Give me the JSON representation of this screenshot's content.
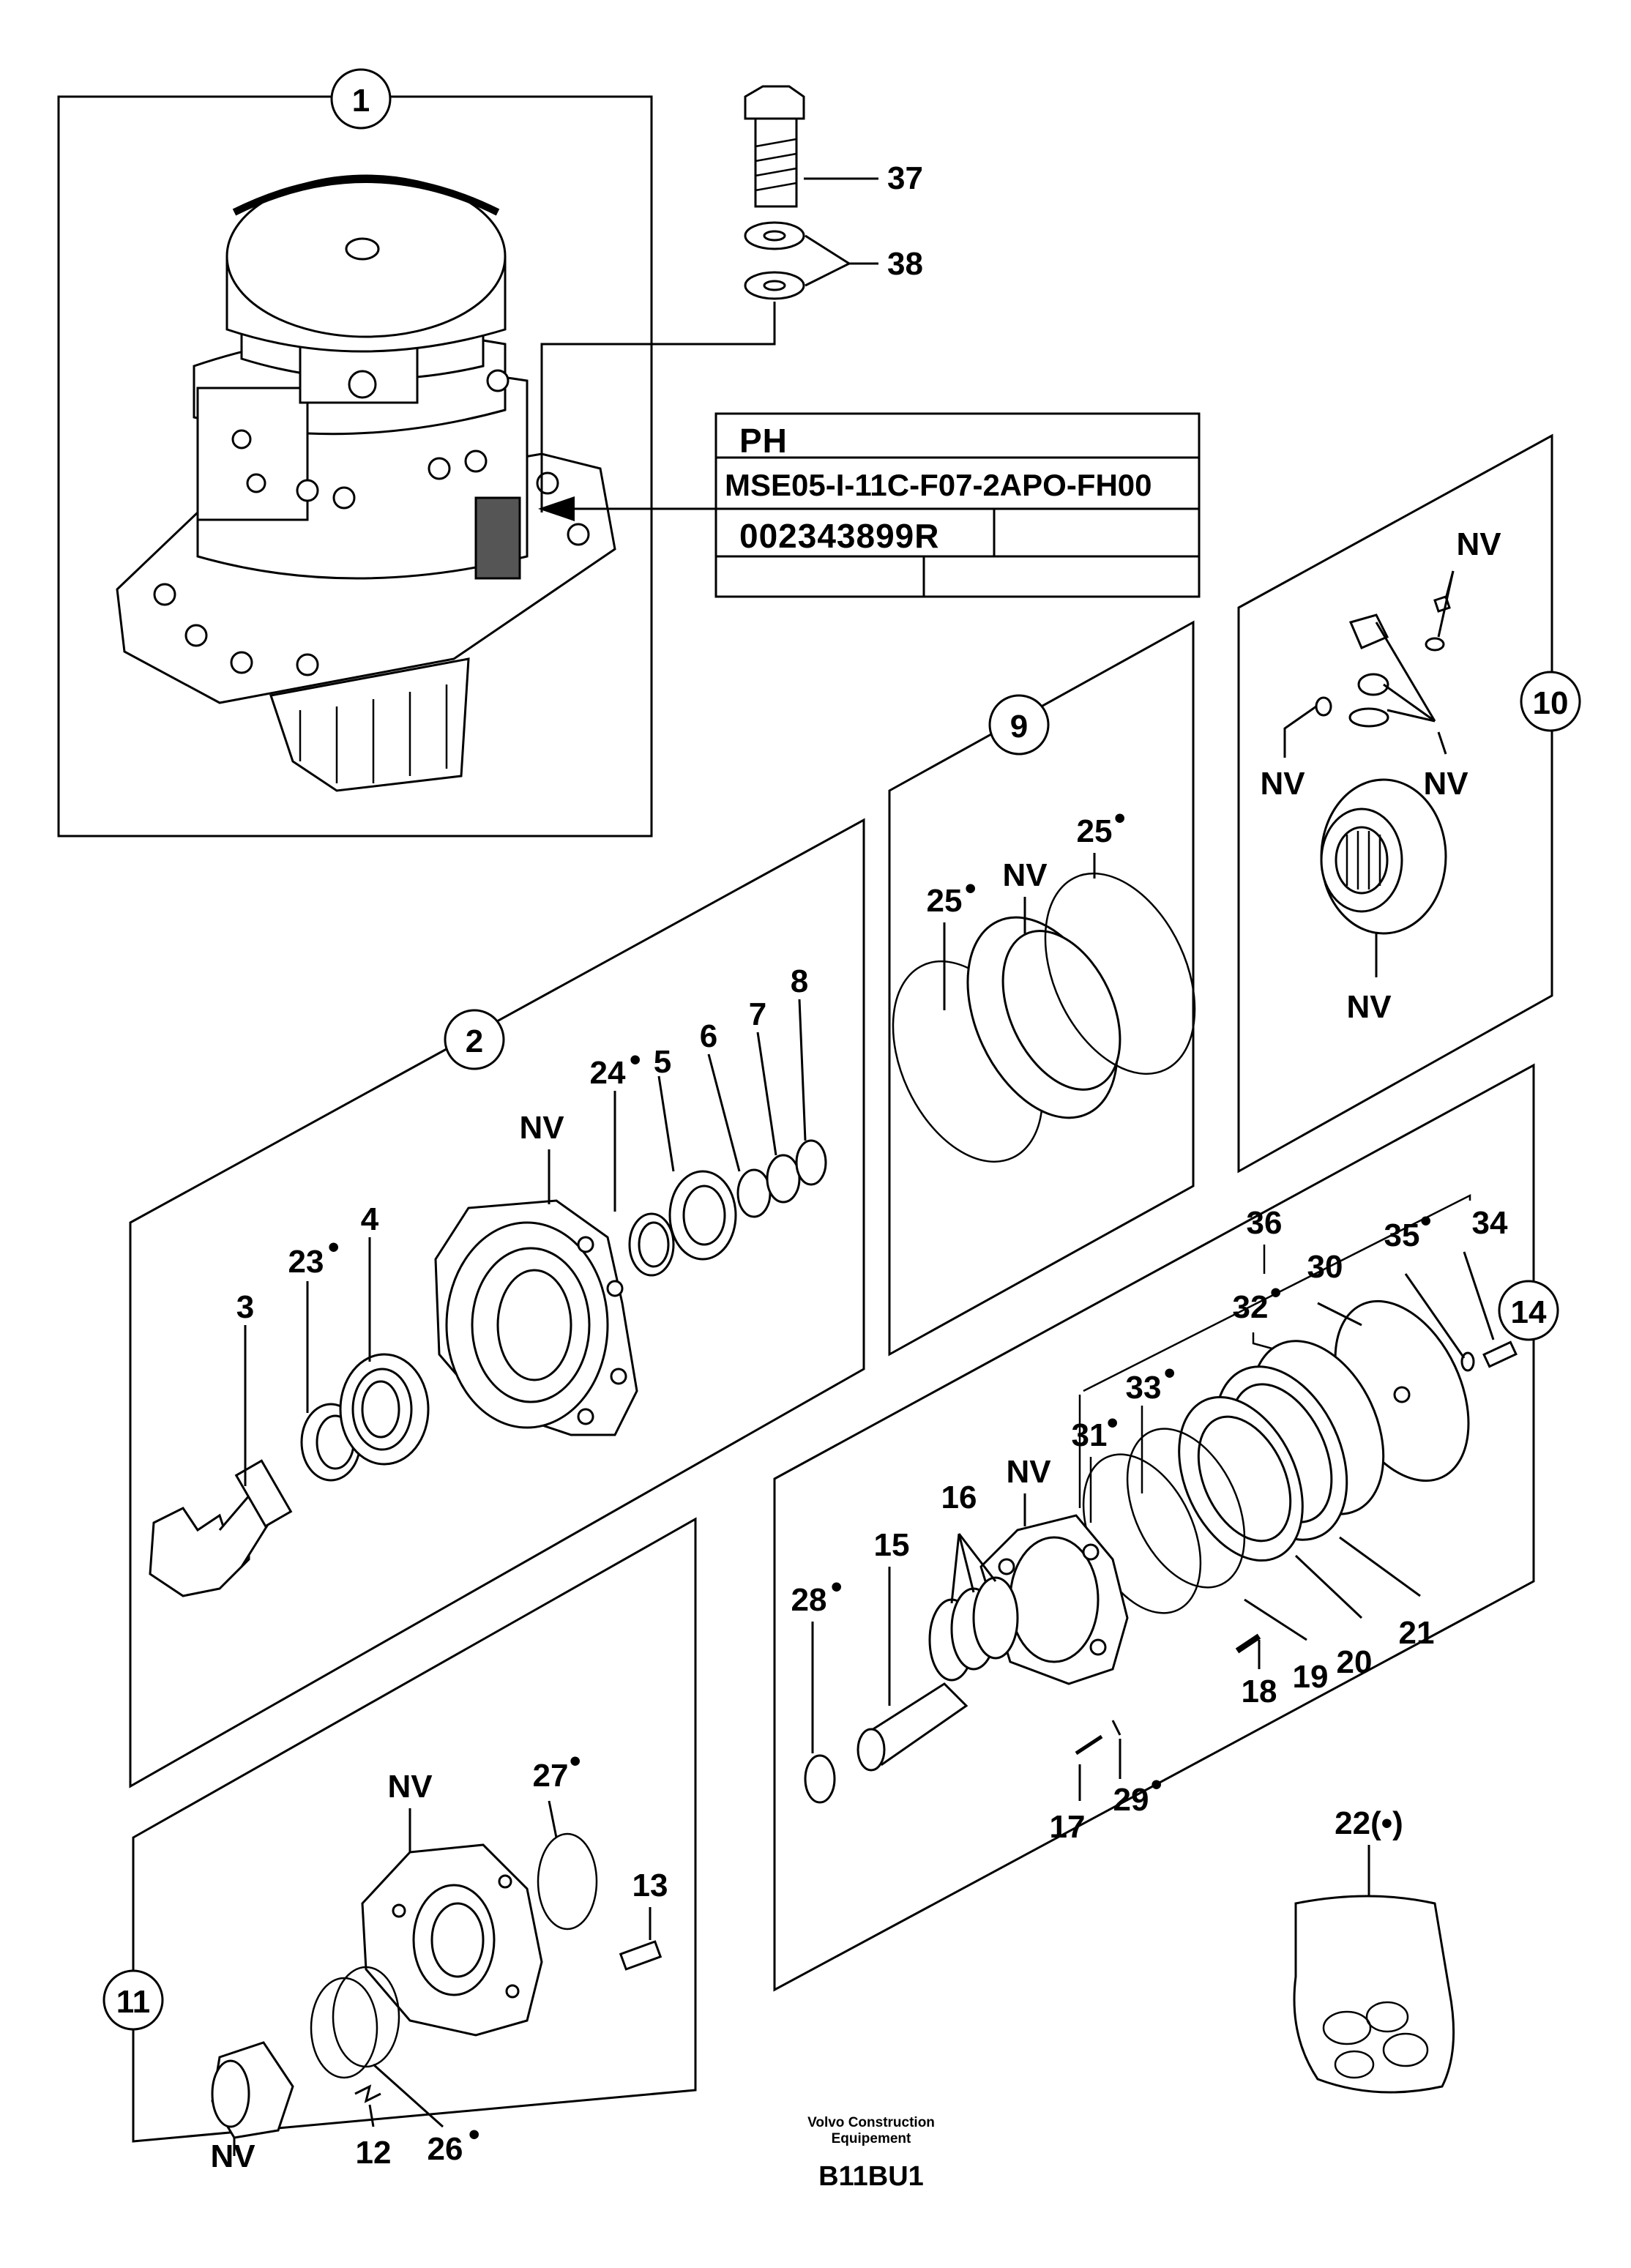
{
  "groups": [
    "1",
    "2",
    "9",
    "10",
    "11",
    "14"
  ],
  "nameplate": {
    "line1": "PH",
    "line2": "MSE05-I-11C-F07-2APO-FH00",
    "line3": "002343899R"
  },
  "callouts": {
    "c37": "37",
    "c38": "38",
    "c3": "3",
    "c4": "4",
    "c23": "23",
    "c24": "24",
    "c5": "5",
    "c6": "6",
    "c7": "7",
    "c8": "8",
    "nv_2": "NV",
    "c25a": "25",
    "c25b": "25",
    "nv_9": "NV",
    "nv_10a": "NV",
    "nv_10b": "NV",
    "nv_10c": "NV",
    "nv_10d": "NV",
    "c36": "36",
    "c35": "35",
    "c34": "34",
    "c30": "30",
    "c32": "32",
    "c33": "33",
    "c31": "31",
    "nv_14": "NV",
    "c16": "16",
    "c15": "15",
    "c28": "28",
    "c17": "17",
    "c29": "29",
    "c18": "18",
    "c19": "19",
    "c20": "20",
    "c21": "21",
    "nv_11a": "NV",
    "nv_11b": "NV",
    "c27": "27",
    "c13": "13",
    "c12": "12",
    "c26": "26",
    "c22": "22(•)"
  },
  "footer": {
    "company_line1": "Volvo Construction",
    "company_line2": "Equipement",
    "code": "B11BU1"
  }
}
